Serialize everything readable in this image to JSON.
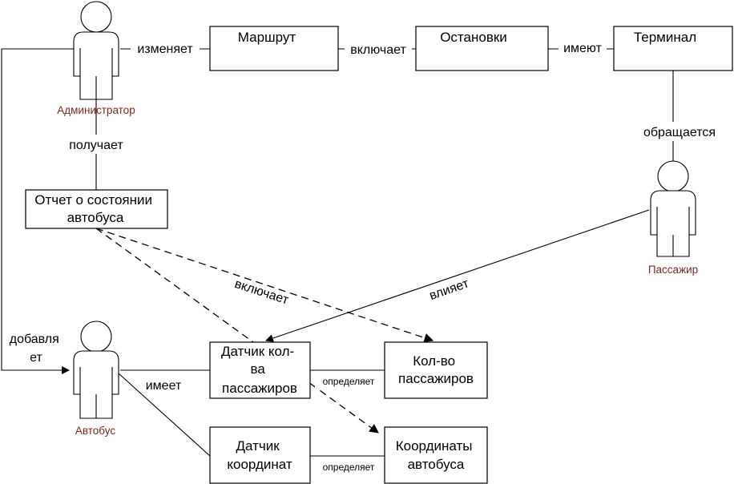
{
  "colors": {
    "line": "#000000",
    "actor_label": "#7a2a20",
    "background": "#ffffff"
  },
  "actors": {
    "admin": {
      "label": "Администратор"
    },
    "passenger": {
      "label": "Пассажир"
    },
    "bus": {
      "label": "Автобус"
    }
  },
  "boxes": {
    "route": {
      "lines": [
        "Маршрут"
      ]
    },
    "stops": {
      "lines": [
        "Остановки"
      ]
    },
    "terminal": {
      "lines": [
        "Терминал"
      ]
    },
    "report": {
      "lines": [
        "Отчет о состоянии",
        "автобуса"
      ]
    },
    "sensor_count": {
      "lines": [
        "Датчик кол-",
        "ва",
        "пассажиров"
      ]
    },
    "passenger_count": {
      "lines": [
        "Кол-во",
        "пассажиров"
      ]
    },
    "sensor_coords": {
      "lines": [
        "Датчик",
        "координат"
      ]
    },
    "bus_coords": {
      "lines": [
        "Координаты",
        "автобуса"
      ]
    }
  },
  "relations": {
    "changes": "изменяет",
    "includes_top": "включает",
    "have": "имеют",
    "addresses": "обращается",
    "receives": "получает",
    "includes_dashed": "включает",
    "affects": "влияет",
    "adds": [
      "добавля",
      "ет"
    ],
    "has": "имеет",
    "determines_1": "определяет",
    "determines_2": "определяет"
  }
}
